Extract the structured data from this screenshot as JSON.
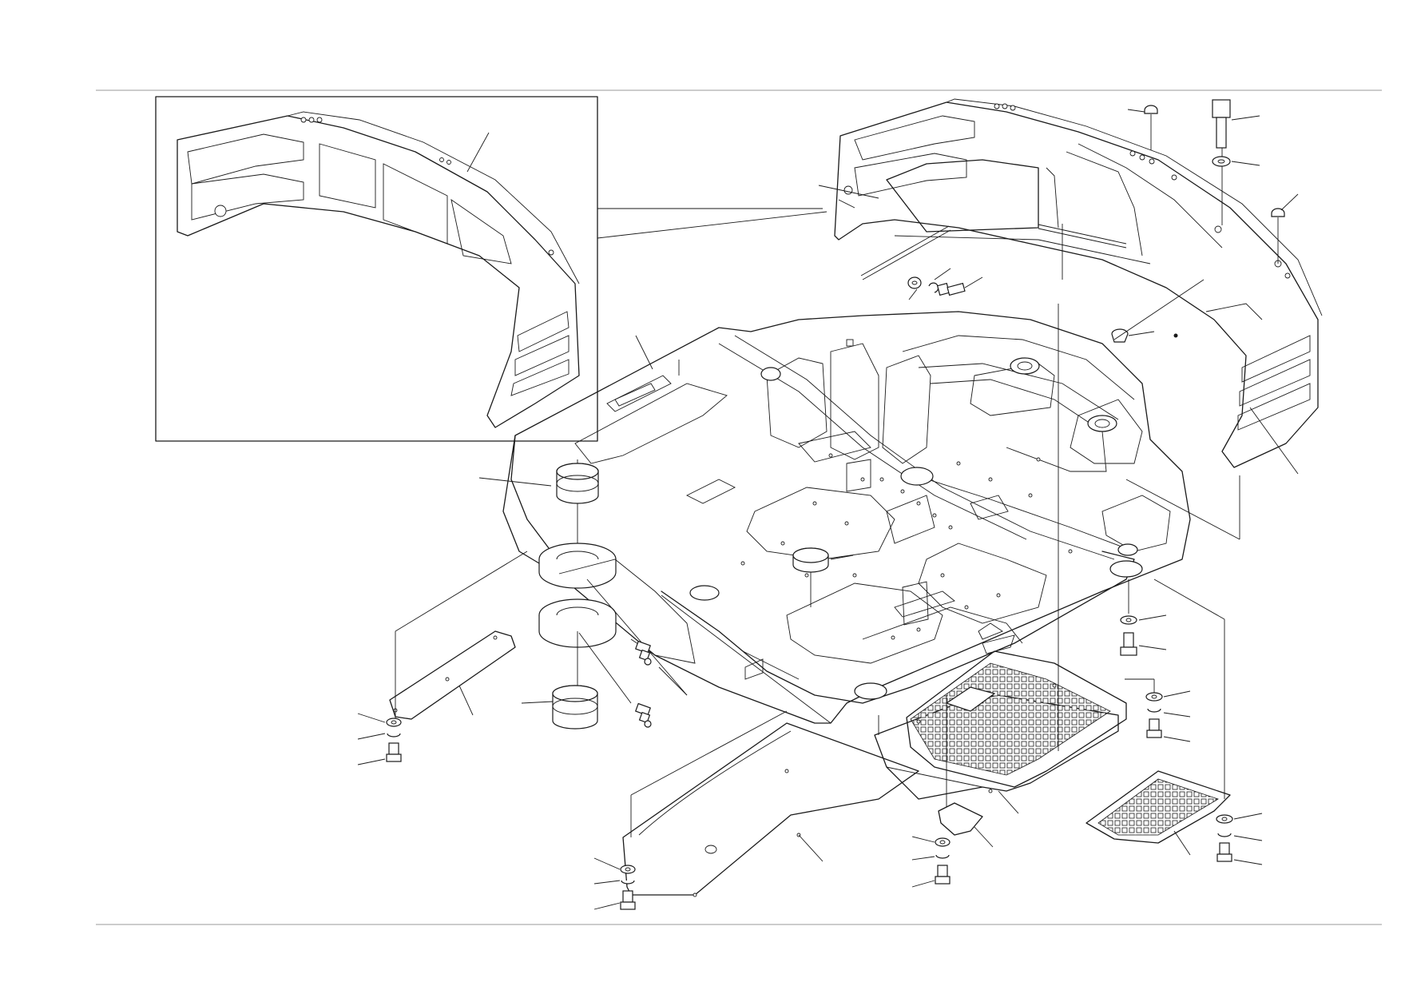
{
  "drawing": {
    "type": "exploded parts diagram",
    "callout_labels_shown": false,
    "line_color": "#1a1a1a",
    "rule_color": "#9a9a9a",
    "background": "#ffffff"
  },
  "parts_icons": [
    "upper-frame",
    "counterweight",
    "counterweight-detail-inset",
    "swing-bearing-bushing",
    "under-cover-front",
    "under-cover-rear",
    "mesh-cover",
    "side-plate",
    "grease-fitting",
    "washer",
    "lock-washer",
    "bolt",
    "plug-cap"
  ]
}
